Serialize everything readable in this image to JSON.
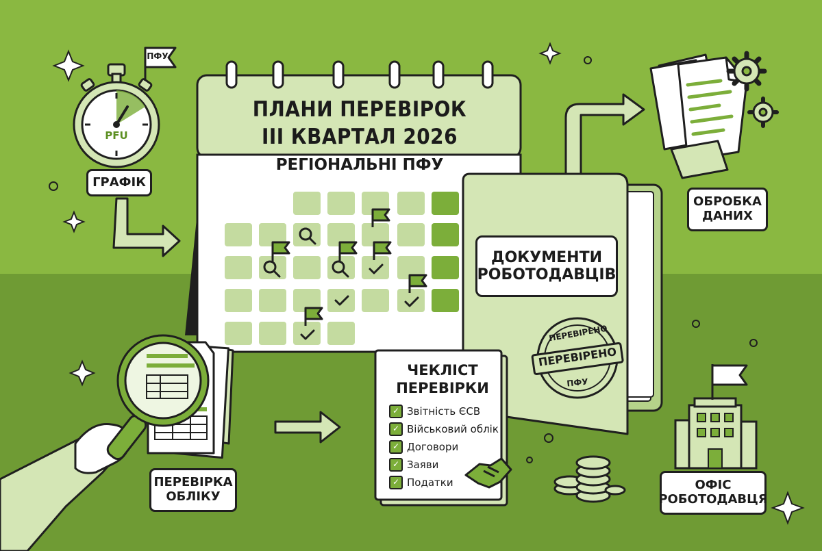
{
  "calendar": {
    "title_line1": "ПЛАНИ ПЕРЕВІРОК",
    "title_line2": "ІІІ КВАРТАЛ 2026",
    "subtitle": "РЕГІОНАЛЬНІ ПФУ"
  },
  "stopwatch": {
    "dial_label": "PFU",
    "flag_label": "ПФУ",
    "caption": "ГРАФІК"
  },
  "folder": {
    "label_line1": "ДОКУМЕНТИ",
    "label_line2": "РОБОТОДАВЦІВ",
    "stamp_top": "ПЕРЕВІРЕНО",
    "stamp_band": "ПЕРЕВІРЕНО",
    "stamp_bottom": "ПФУ"
  },
  "processing": {
    "label_line1": "ОБРОБКА",
    "label_line2": "ДАНИХ"
  },
  "audit": {
    "label_line1": "ПЕРЕВІРКА",
    "label_line2": "ОБЛІКУ"
  },
  "checklist": {
    "title_line1": "ЧЕКЛІСТ",
    "title_line2": "ПЕРЕВІРКИ",
    "items": [
      "Звітність ЄСВ",
      "Військовий облік",
      "Договори",
      "Заяви",
      "Податки"
    ]
  },
  "office": {
    "label_line1": "ОФІС",
    "label_line2": "РОБОТОДАВЦЯ"
  },
  "colors": {
    "bg_top": "#8ab841",
    "bg_bottom": "#6f9b34",
    "light_green": "#d4e6b5",
    "accent_green": "#7cae3a",
    "outline": "#1f1f1f"
  }
}
